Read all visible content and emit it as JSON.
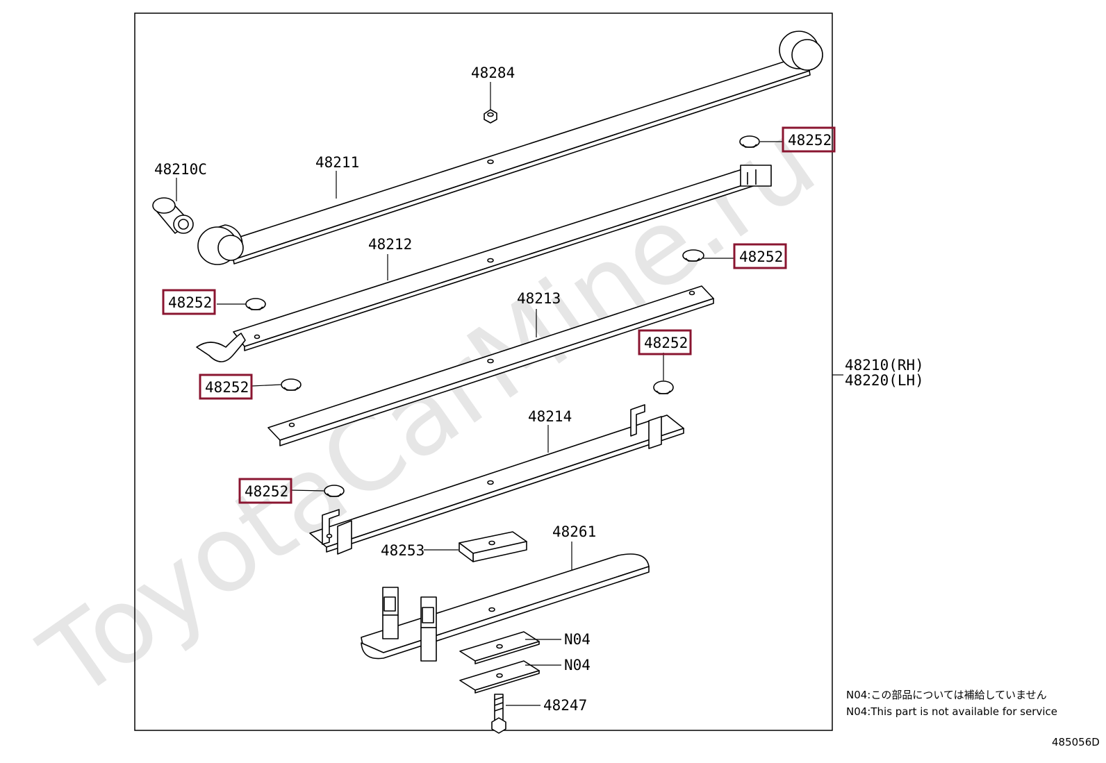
{
  "colors": {
    "highlight": "#8a1530",
    "line": "#000000",
    "watermark": "#e6e6e6"
  },
  "watermark": "ToyotaCarMine.ru",
  "labels": {
    "p48284": "48284",
    "p48252": "48252",
    "p48210C": "48210C",
    "p48211": "48211",
    "p48212": "48212",
    "p48213": "48213",
    "p48214": "48214",
    "p48253": "48253",
    "p48261": "48261",
    "pN04": "N04",
    "p48247": "48247",
    "assy_rh": "48210(RH)",
    "assy_lh": "48220(LH)"
  },
  "notes": {
    "jp": "N04:この部品については補給していません",
    "en": "N04:This part is not available for service"
  },
  "diagram_ref": "485056D"
}
